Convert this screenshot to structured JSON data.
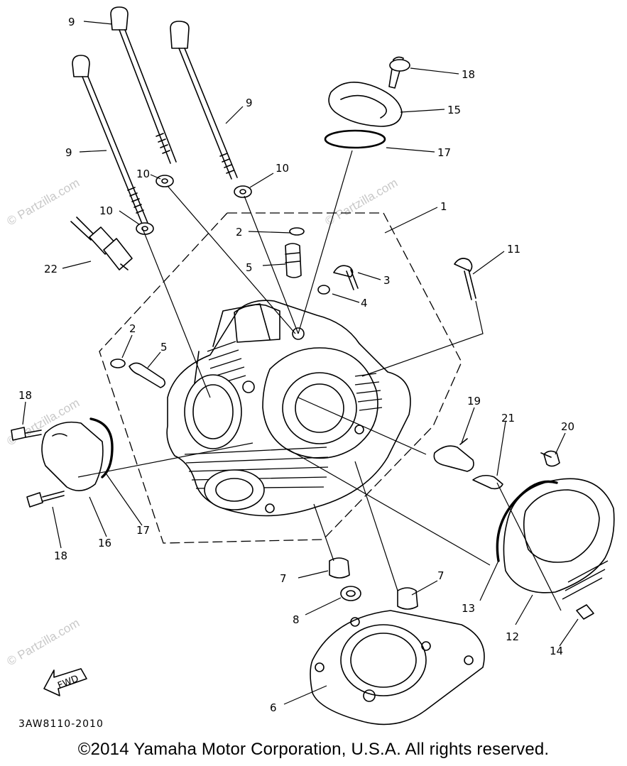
{
  "diagram": {
    "drawing_code": "3AW8110-2010",
    "direction_marker": "FWD",
    "callouts": [
      {
        "id": "c-9a",
        "text": "9"
      },
      {
        "id": "c-9b",
        "text": "9"
      },
      {
        "id": "c-9c",
        "text": "9"
      },
      {
        "id": "c-10a",
        "text": "10"
      },
      {
        "id": "c-10b",
        "text": "10"
      },
      {
        "id": "c-10c",
        "text": "10"
      },
      {
        "id": "c-18a",
        "text": "18"
      },
      {
        "id": "c-15",
        "text": "15"
      },
      {
        "id": "c-17a",
        "text": "17"
      },
      {
        "id": "c-1",
        "text": "1"
      },
      {
        "id": "c-2a",
        "text": "2"
      },
      {
        "id": "c-5a",
        "text": "5"
      },
      {
        "id": "c-3",
        "text": "3"
      },
      {
        "id": "c-4",
        "text": "4"
      },
      {
        "id": "c-11",
        "text": "11"
      },
      {
        "id": "c-22",
        "text": "22"
      },
      {
        "id": "c-2b",
        "text": "2"
      },
      {
        "id": "c-5b",
        "text": "5"
      },
      {
        "id": "c-18b",
        "text": "18"
      },
      {
        "id": "c-16",
        "text": "16"
      },
      {
        "id": "c-17b",
        "text": "17"
      },
      {
        "id": "c-18c",
        "text": "18"
      },
      {
        "id": "c-19",
        "text": "19"
      },
      {
        "id": "c-21",
        "text": "21"
      },
      {
        "id": "c-20",
        "text": "20"
      },
      {
        "id": "c-7a",
        "text": "7"
      },
      {
        "id": "c-7b",
        "text": "7"
      },
      {
        "id": "c-8",
        "text": "8"
      },
      {
        "id": "c-13",
        "text": "13"
      },
      {
        "id": "c-12",
        "text": "12"
      },
      {
        "id": "c-14",
        "text": "14"
      },
      {
        "id": "c-6",
        "text": "6"
      }
    ]
  },
  "watermark": {
    "text": "© Partzilla.com",
    "color": "#c8c8c8"
  },
  "footer": {
    "copyright": "©2014  Yamaha Motor Corporation, U.S.A. All rights reserved."
  }
}
